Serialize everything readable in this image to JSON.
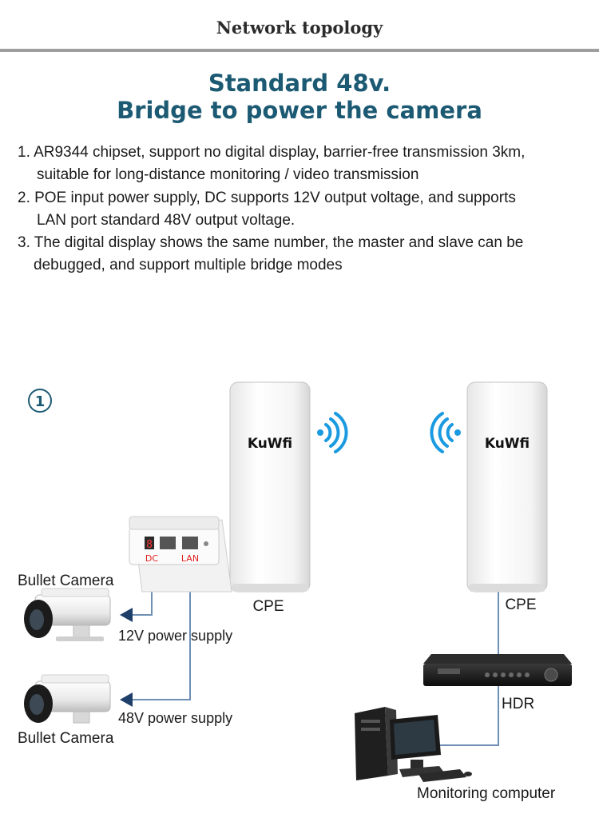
{
  "header": {
    "title": "Network topology"
  },
  "headline": {
    "line1": "Standard 48v.",
    "line2": "Bridge to power the camera"
  },
  "features": [
    {
      "line1": "1. AR9344 chipset, support no digital display, barrier-free transmission 3km,",
      "line2": "suitable for long-distance monitoring / video transmission"
    },
    {
      "line1": "2. POE input power supply, DC supports 12V output voltage, and supports",
      "line2": "LAN port standard 48V output voltage."
    },
    {
      "line1": "3. The digital display shows the same number, the master and slave can be",
      "line2": "debugged, and support multiple bridge modes"
    }
  ],
  "diagram": {
    "step_marker": "①",
    "brand": "KuWfi",
    "cpe_label_left": "CPE",
    "cpe_label_right": "CPE",
    "poe_display": "8",
    "port_dc": "DC",
    "port_lan": "LAN",
    "camera_top_label": "Bullet Camera",
    "camera_bottom_label": "Bullet Camera",
    "supply_12v": "12V power supply",
    "supply_48v": "48V power supply",
    "hdr_label": "HDR",
    "computer_label": "Monitoring computer"
  },
  "colors": {
    "headline": "#1c5a73",
    "wifi": "#1a9ae0",
    "cable": "#6f8fb3",
    "arrow": "#1f3f6b",
    "port_text": "#e02020"
  }
}
